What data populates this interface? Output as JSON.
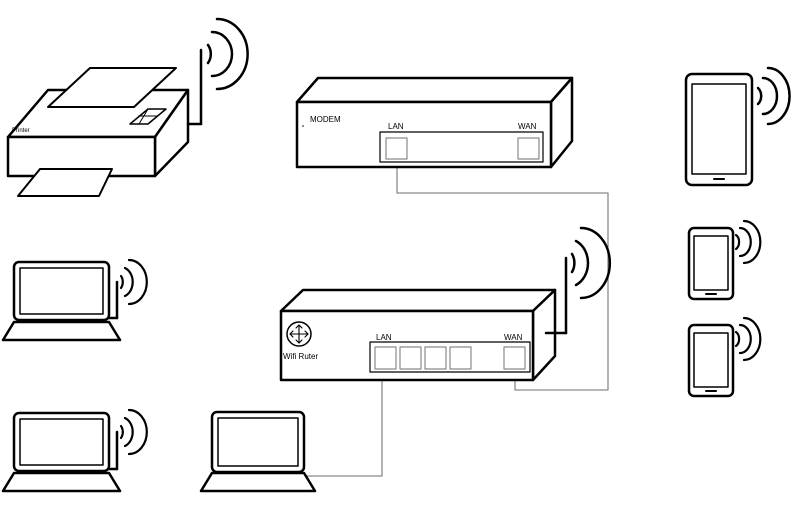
{
  "labels": {
    "printer": "Printer",
    "modem": "MODEM",
    "modem_lan": "LAN",
    "modem_wan": "WAN",
    "router": "Wifi Ruter",
    "router_lan": "LAN",
    "router_wan": "WAN"
  },
  "colors": {
    "line": "#000000",
    "cable": "#8a8a8a",
    "background": "#ffffff"
  },
  "icons": [
    "printer-icon",
    "modem-icon",
    "wifi-router-icon",
    "laptop-icon",
    "tablet-icon",
    "smartphone-icon",
    "wifi-signal-icon"
  ]
}
